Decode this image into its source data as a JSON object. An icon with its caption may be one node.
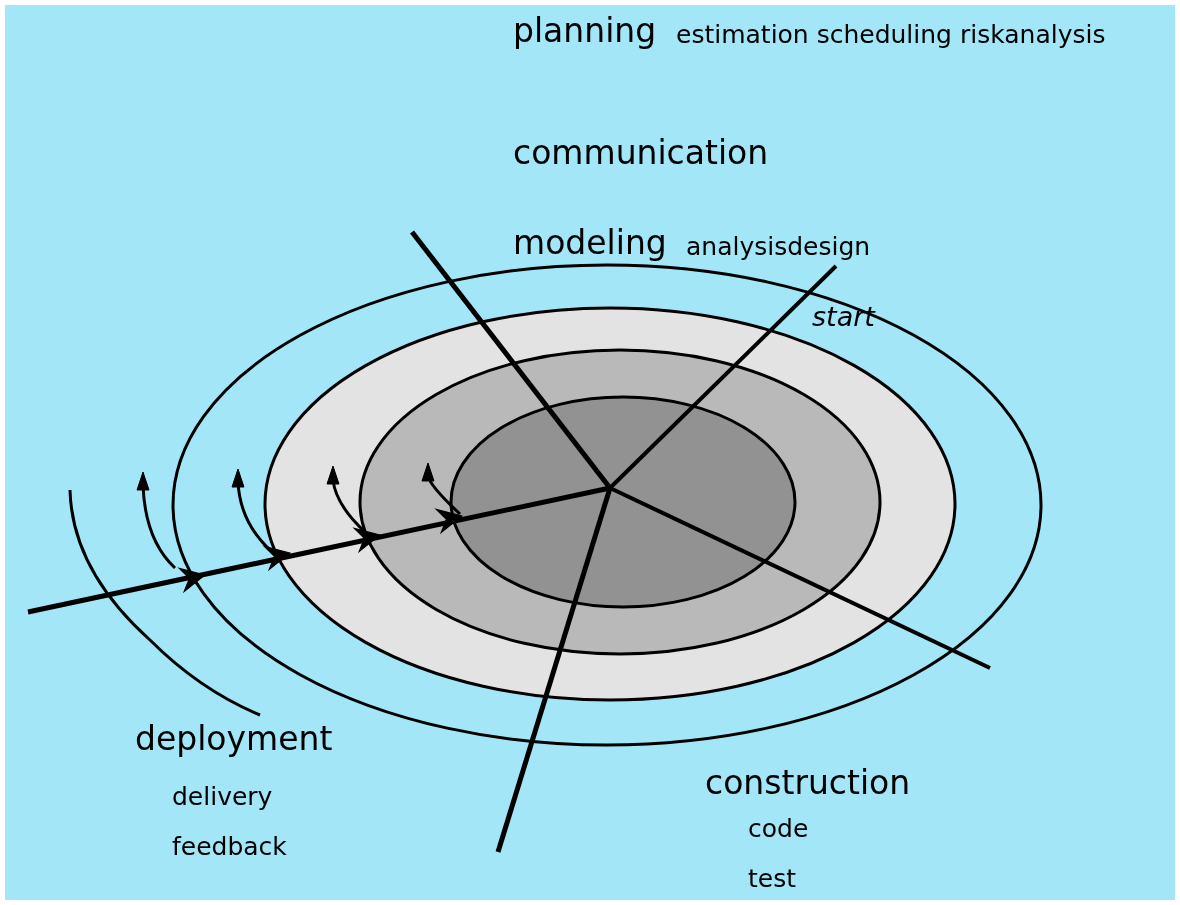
{
  "diagram": {
    "labels": [
      "planning",
      "estimation scheduling riskanalysis",
      "communication",
      "modeling",
      "analysisdesign",
      "start",
      "deployment",
      "delivery",
      "feedback",
      "construction",
      "code",
      "test"
    ]
  }
}
